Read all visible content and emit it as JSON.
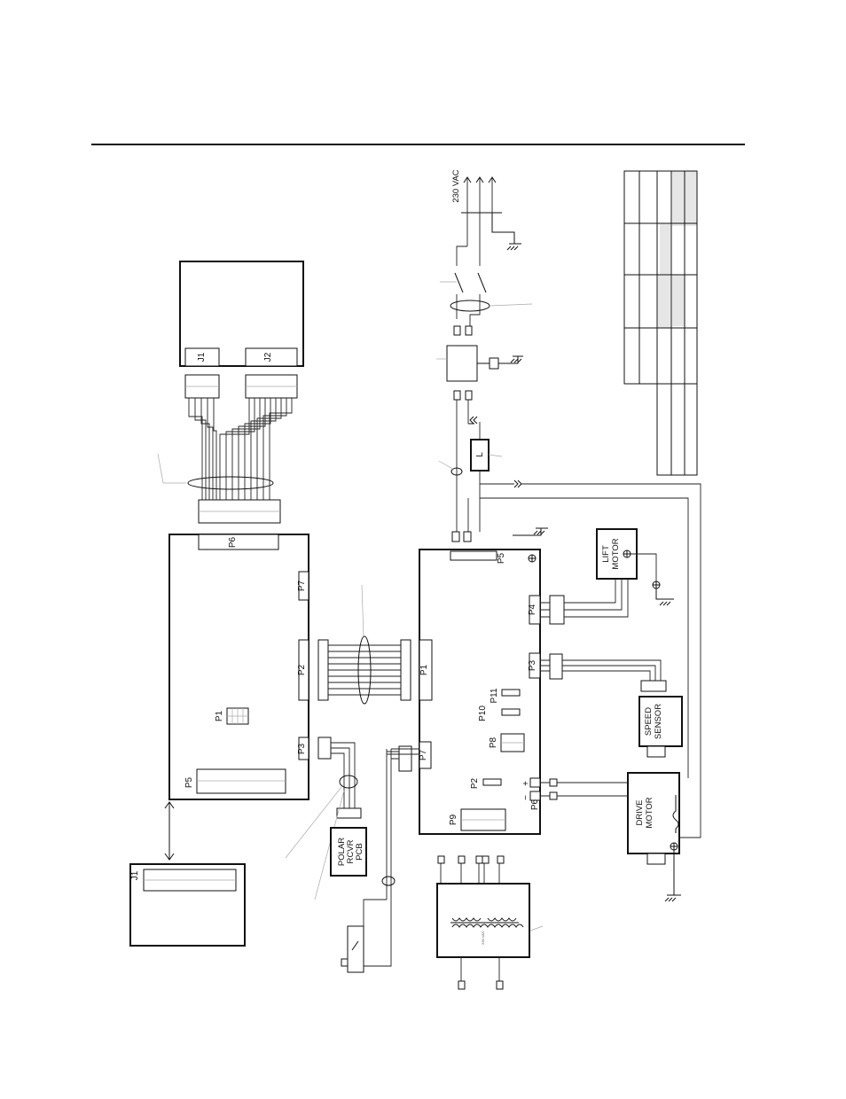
{
  "labels": {
    "display_j1": "J1",
    "display_j2": "J2",
    "ctrl_p6": "P6",
    "ctrl_p7": "P7",
    "ctrl_p2": "P2",
    "ctrl_p1": "P1",
    "ctrl_p3": "P3",
    "ctrl_p5": "P5",
    "bottom_j1": "J1",
    "polar": "POLAR",
    "rcvr": "RCVR",
    "pcb": "PCB",
    "pwr_p1": "P1",
    "pwr_p5": "P5",
    "pwr_p4": "P4",
    "pwr_p3": "P3",
    "pwr_p11": "P11",
    "pwr_p10": "P10",
    "pwr_p8": "P8",
    "pwr_p7": "P7",
    "pwr_p2": "P2",
    "pwr_p6": "P6",
    "pwr_p9": "P9",
    "vac": "230 VAC",
    "inductor": "L",
    "lift1": "LIFT",
    "lift2": "MOTOR",
    "speed1": "SPEED",
    "speed2": "SENSOR",
    "drive1": "DRIVE",
    "drive2": "MOTOR",
    "trans_vac": "230 VAC",
    "plus": "+",
    "minus": "−"
  }
}
